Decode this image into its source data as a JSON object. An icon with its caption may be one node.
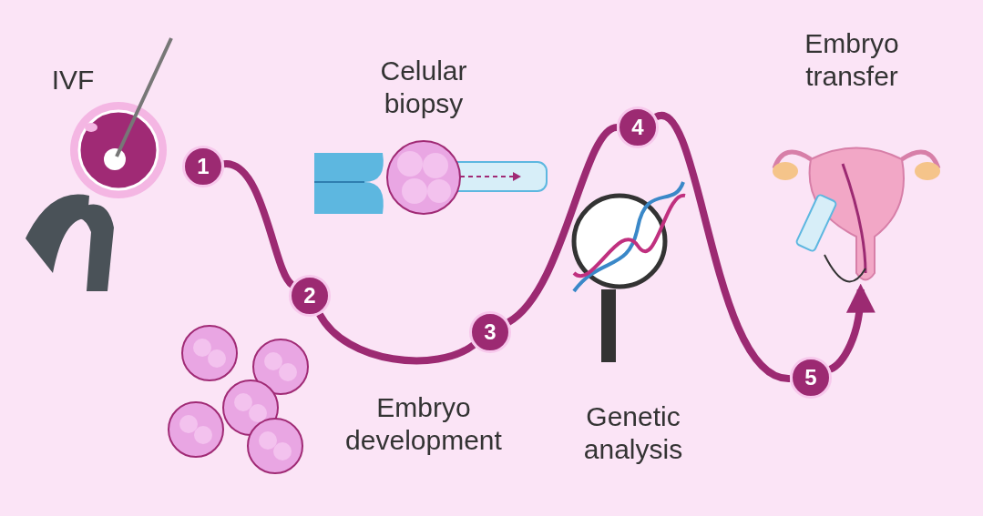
{
  "diagram": {
    "nodes": [
      {
        "text": [
          "1"
        ]
      },
      {
        "text": [
          "2"
        ]
      },
      {
        "text": [
          "3"
        ]
      },
      {
        "text": [
          "4"
        ]
      },
      {
        "text": [
          "5"
        ]
      },
      {
        "text": [],
        "shape": "picture"
      }
    ],
    "edges": [
      {
        "from": 0,
        "to": 1,
        "arrow": "none"
      },
      {
        "from": 1,
        "to": 2,
        "arrow": "none"
      },
      {
        "from": 2,
        "to": 3,
        "arrow": "none"
      },
      {
        "from": 3,
        "to": 4,
        "arrow": "none"
      },
      {
        "from": 4,
        "to": 5,
        "arrow": "to"
      }
    ],
    "labels": [
      "IVF",
      "Celular biopsy",
      "Embryo transfer",
      "Embryo development",
      "Genetic analysis"
    ]
  }
}
